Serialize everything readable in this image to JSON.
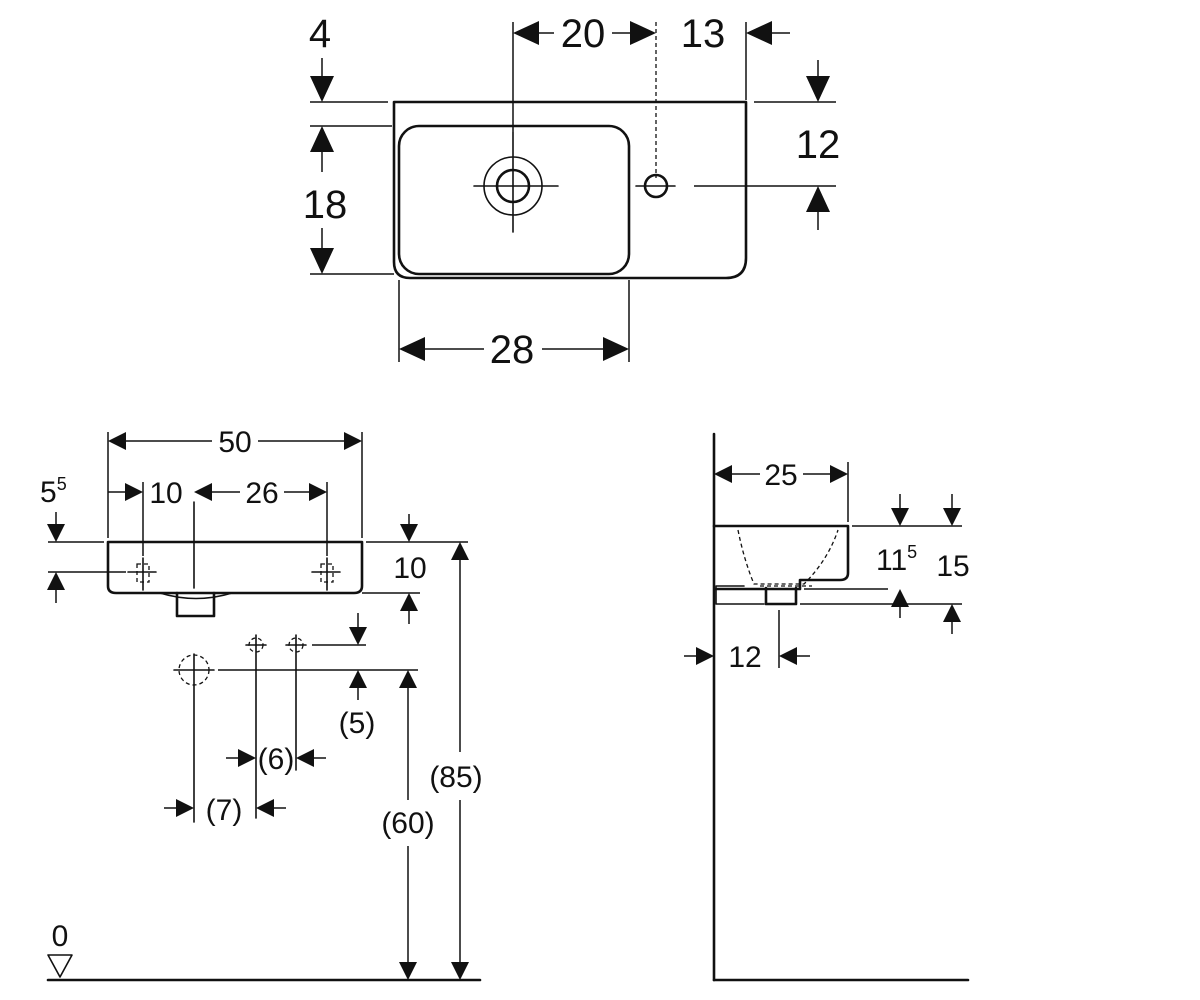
{
  "top_view": {
    "dims": {
      "d4": "4",
      "d20": "20",
      "d13": "13",
      "d12": "12",
      "d18": "18",
      "d28": "28"
    }
  },
  "front_view": {
    "dims": {
      "d50": "50",
      "d5_base": "5",
      "d5_sup": "5",
      "d10a": "10",
      "d26": "26",
      "d10b": "10",
      "d5p": "(5)",
      "d6p": "(6)",
      "d7p": "(7)",
      "d60p": "(60)",
      "d85p": "(85)",
      "zero": "0"
    }
  },
  "side_view": {
    "dims": {
      "d25": "25",
      "d11_base": "11",
      "d11_sup": "5",
      "d15": "15",
      "d12": "12"
    }
  }
}
